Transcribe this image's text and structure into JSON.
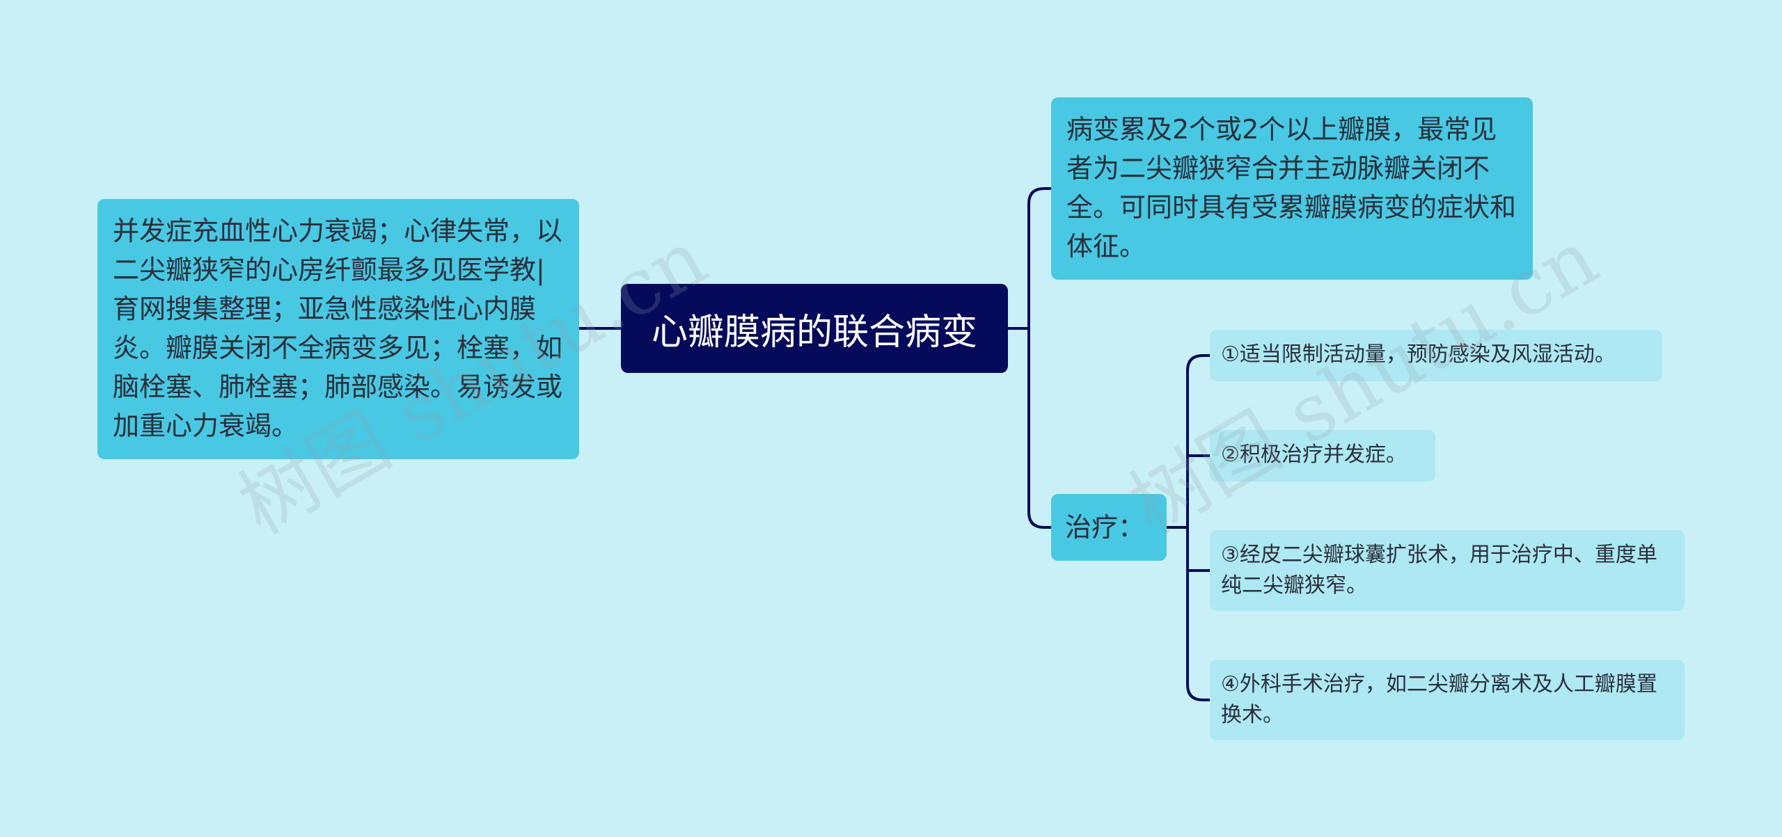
{
  "root": {
    "label": "心瓣膜病的联合病变"
  },
  "left_node": {
    "text": "并发症充血性心力衰竭；心律失常，以二尖瓣狭窄的心房纤颤最多见医学教|育网搜集整理；亚急性感染性心内膜炎。瓣膜关闭不全病变多见；栓塞，如脑栓塞、肺栓塞；肺部感染。易诱发或加重心力衰竭。"
  },
  "top_node": {
    "text": "病变累及2个或2个以上瓣膜，最常见者为二尖瓣狭窄合并主动脉瓣关闭不全。可同时具有受累瓣膜病变的症状和体征。"
  },
  "treatment": {
    "label": "治疗：",
    "items": [
      {
        "text": "①适当限制活动量，预防感染及风湿活动。"
      },
      {
        "text": "②积极治疗并发症。"
      },
      {
        "text": "③经皮二尖瓣球囊扩张术，用于治疗中、重度单纯二尖瓣狭窄。"
      },
      {
        "text": "④外科手术治疗，如二尖瓣分离术及人工瓣膜置换术。"
      }
    ]
  },
  "watermarks": [
    "树图 shutu.cn",
    "树图 shutu.cn"
  ],
  "colors": {
    "background": "#c8f0f6",
    "root": "#050a5a",
    "primary_node": "#48c8e3",
    "leaf_node": "#ade8f3",
    "line": "#050a5a"
  }
}
